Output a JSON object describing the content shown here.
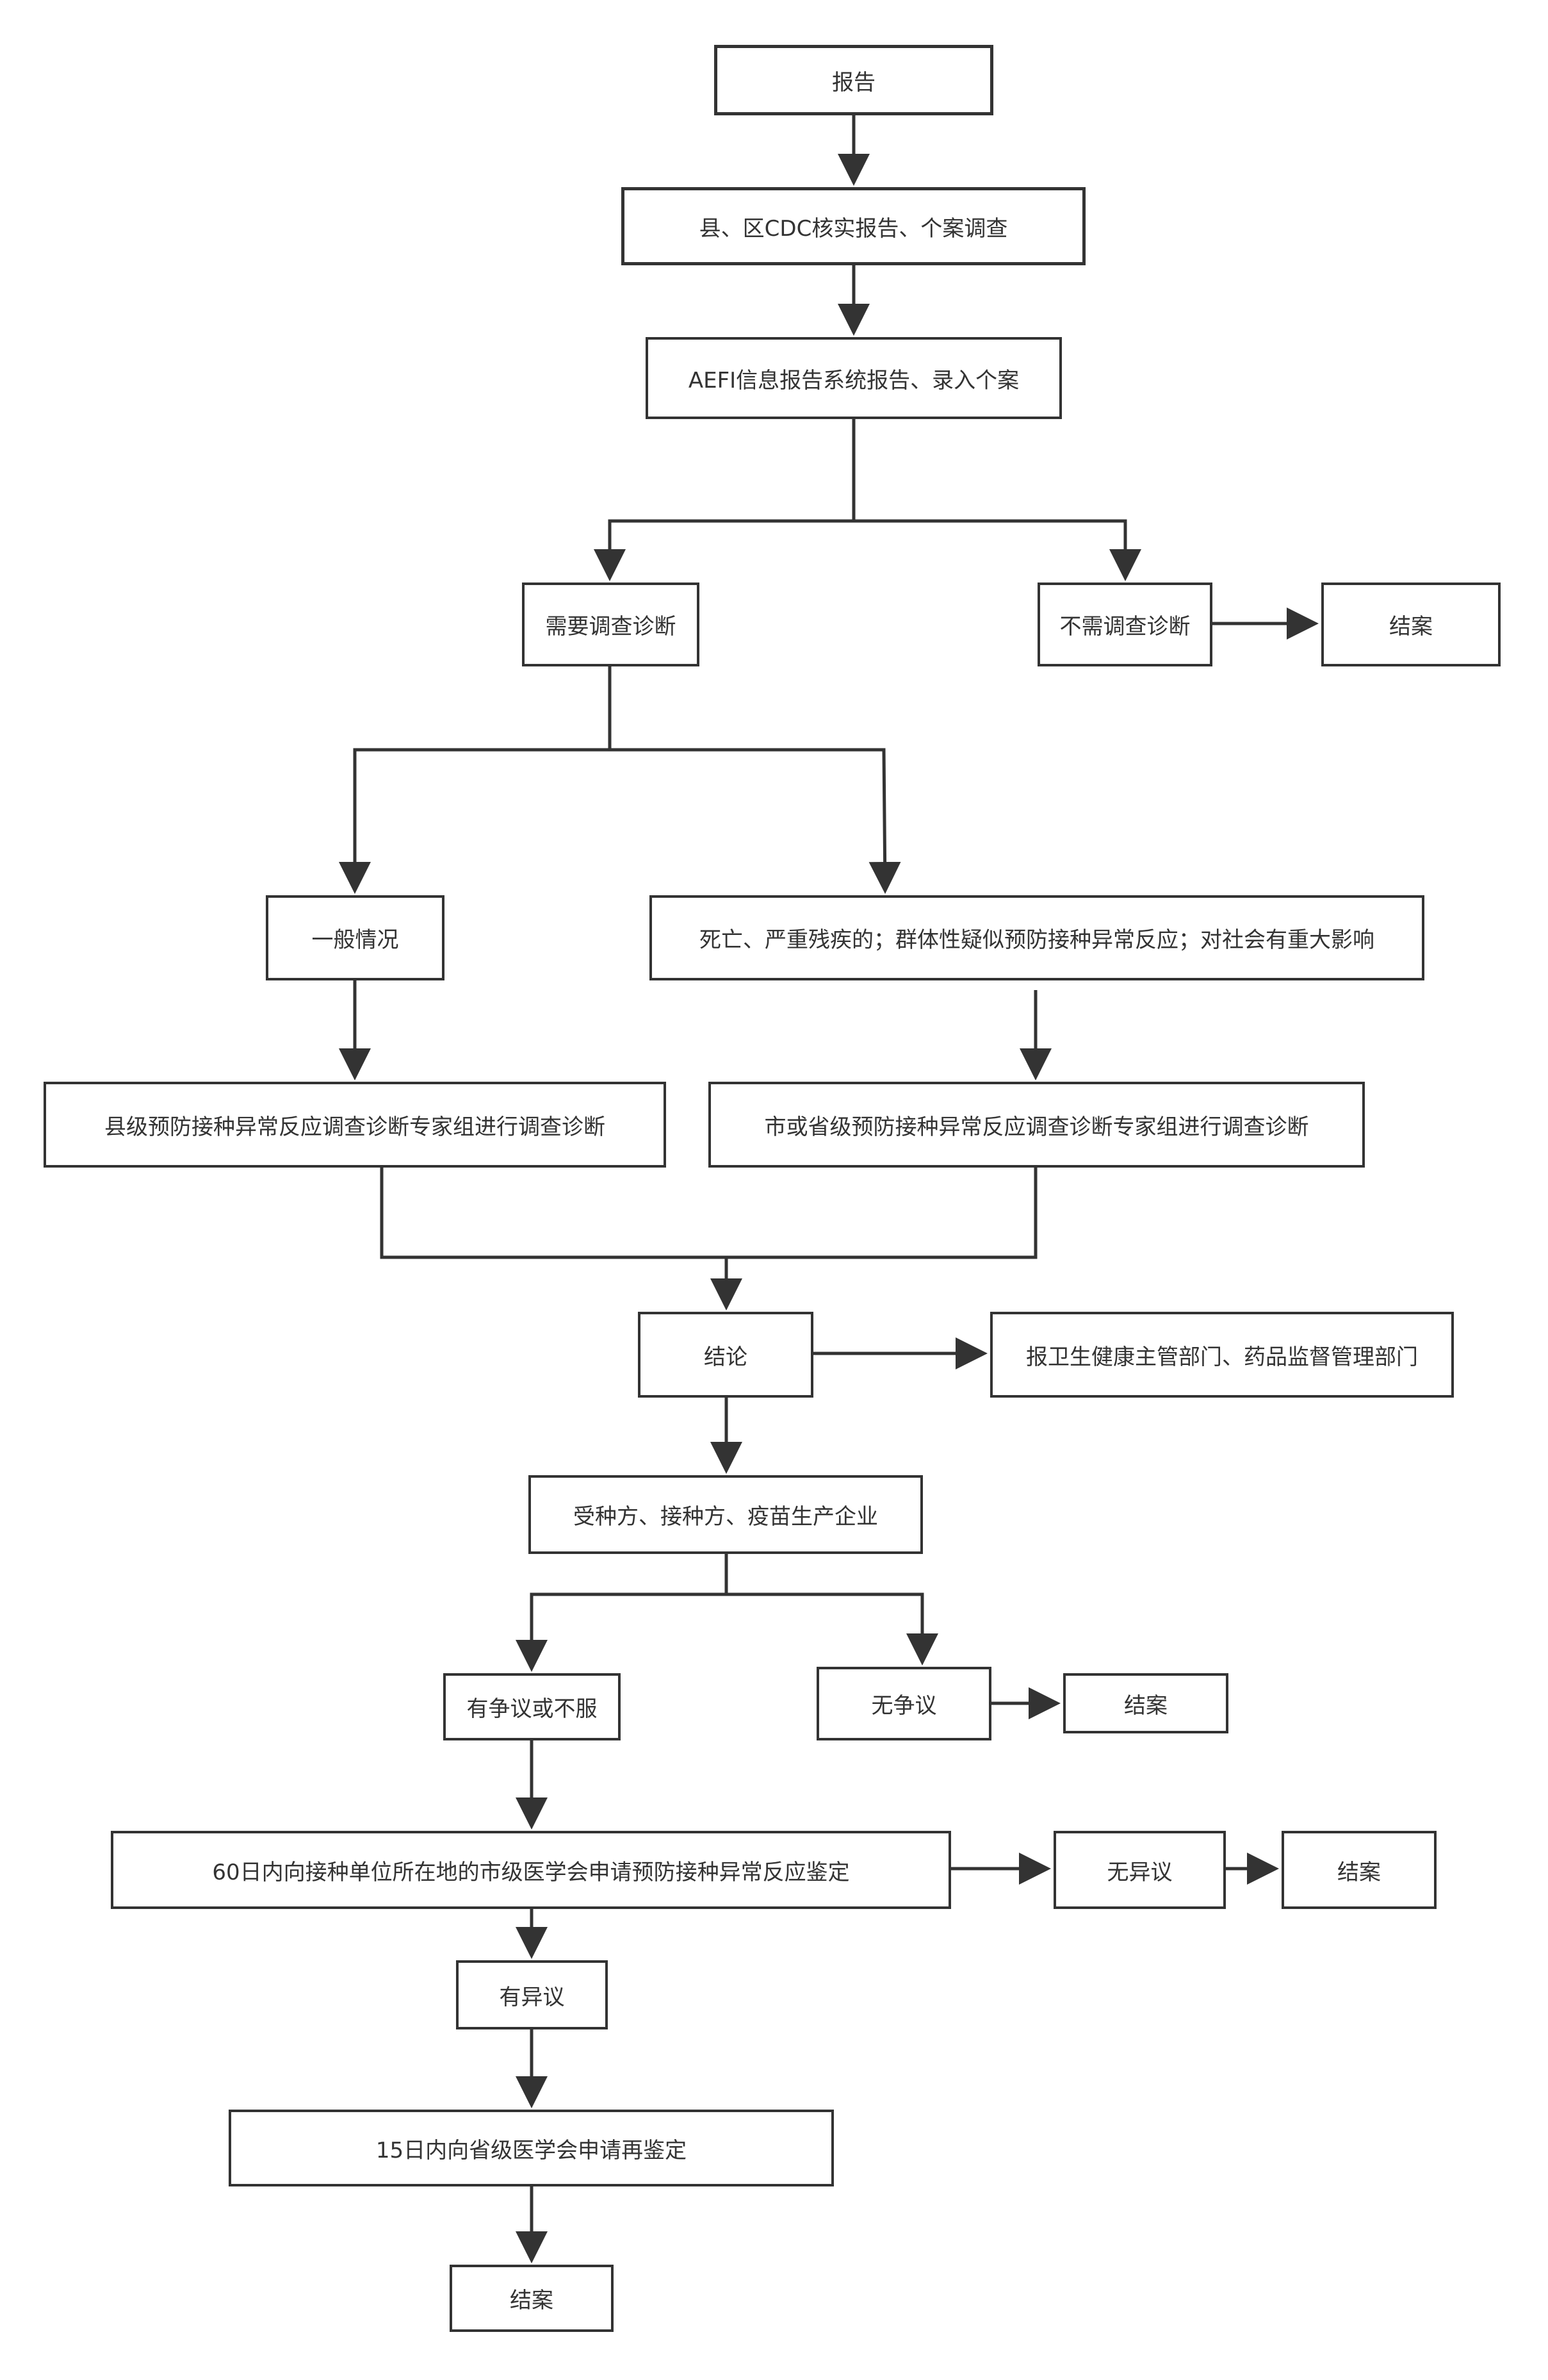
{
  "colors": {
    "stroke": "#333333",
    "text": "#333333",
    "background": "#ffffff"
  },
  "nodes": {
    "report": "报告",
    "county_verify": "县、区CDC核实报告、个案调查",
    "aefi_system": "AEFI信息报告系统报告、录入个案",
    "need_investigation": "需要调查诊断",
    "no_investigation": "不需调查诊断",
    "close_1": "结案",
    "general_case": "一般情况",
    "serious_case": "死亡、严重残疾的；群体性疑似预防接种异常反应；对社会有重大影响",
    "county_expert": "县级预防接种异常反应调查诊断专家组进行调查诊断",
    "city_province_expert": "市或省级预防接种异常反应调查诊断专家组进行调查诊断",
    "conclusion": "结论",
    "report_departments": "报卫生健康主管部门、药品监督管理部门",
    "parties": "受种方、接种方、疫苗生产企业",
    "dispute": "有争议或不服",
    "no_dispute": "无争议",
    "close_2": "结案",
    "city_appraisal": "60日内向接种单位所在地的市级医学会申请预防接种异常反应鉴定",
    "no_objection": "无异议",
    "close_3": "结案",
    "objection": "有异议",
    "province_reappraisal": "15日内向省级医学会申请再鉴定",
    "close_4": "结案"
  }
}
